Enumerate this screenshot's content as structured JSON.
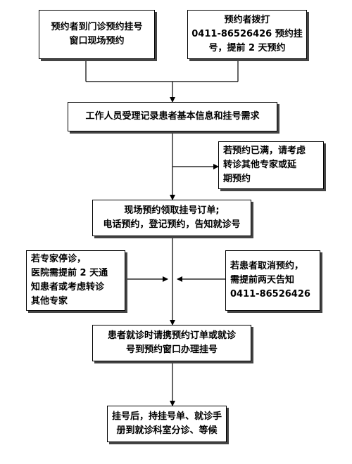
{
  "flow": {
    "walk_in": "预约者到门诊预约挂号\n窗口现场预约",
    "phone": "预约者拨打\n0411-86526426 预约挂\n号，提前 2 天预约",
    "record": "工作人员受理记录患者基本信息和挂号需求",
    "full_note": "若预约已满，请考虑\n转诊其他专家或延\n期预约",
    "order": "现场预约领取挂号订单;\n电话预约，登记预约，告知就诊号",
    "expert_stop": "若专家停诊，\n医院需提前 2 天通\n知患者或考虑转诊\n其他专家",
    "cancel": "若患者取消预约，\n需提前两天告知\n0411-86526426",
    "visit": "患者就诊时请携预约订单或就诊\n号到预约窗口办理挂号",
    "final": "挂号后，持挂号单、就诊手\n册到就诊科室分诊、等候"
  }
}
